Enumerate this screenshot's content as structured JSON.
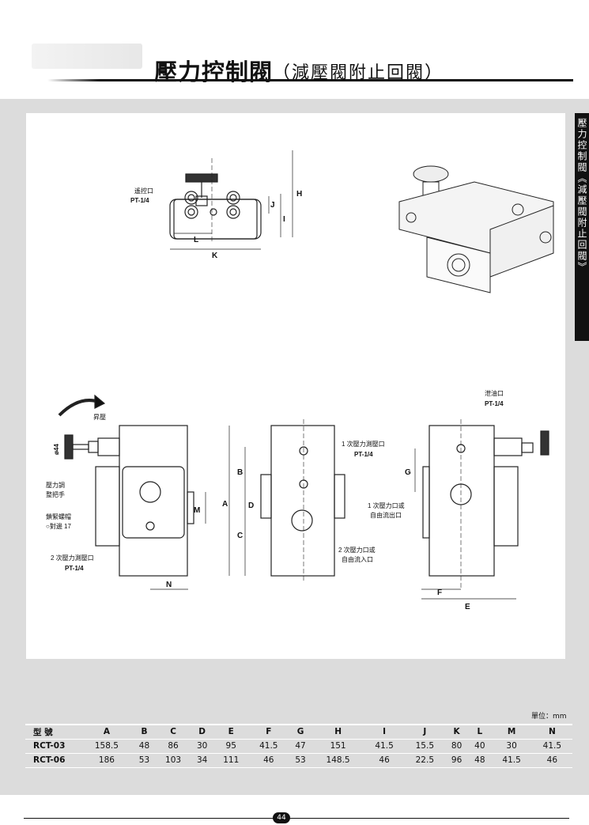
{
  "header": {
    "title": "壓力控制閥",
    "subtitle": "（減壓閥附止回閥）"
  },
  "side_tab": "壓力控制閥《減壓閥附止回閥》",
  "top_view": {
    "port_label": "遙控口",
    "port_size": "PT-1/4",
    "dims": [
      "H",
      "I",
      "J",
      "L",
      "K"
    ]
  },
  "left_view": {
    "rotate_label": "昇壓",
    "diameter": "ø44",
    "handle_label_1": "壓力調",
    "handle_label_2": "整把手",
    "nut_label_1": "鎖緊螺帽",
    "nut_label_2": "○對邊 17",
    "port_label": "2 次壓力測壓口",
    "port_size": "PT-1/4",
    "dims": [
      "M",
      "N"
    ]
  },
  "center_view": {
    "port1_label": "1 次壓力測壓口",
    "port1_size": "PT-1/4",
    "port2_label_1": "2 次壓力口或",
    "port2_label_2": "自由流入口",
    "dims": [
      "A",
      "B",
      "C",
      "D"
    ]
  },
  "right_view": {
    "drain_label": "泄油口",
    "drain_size": "PT-1/4",
    "port_label_1": "1 次壓力口或",
    "port_label_2": "自由流出口",
    "dims": [
      "G",
      "F",
      "E"
    ]
  },
  "table": {
    "unit": "單位：mm",
    "headers": [
      "型 號",
      "A",
      "B",
      "C",
      "D",
      "E",
      "F",
      "G",
      "H",
      "I",
      "J",
      "K",
      "L",
      "M",
      "N"
    ],
    "rows": [
      [
        "RCT-03",
        "158.5",
        "48",
        "86",
        "30",
        "95",
        "41.5",
        "47",
        "151",
        "41.5",
        "15.5",
        "80",
        "40",
        "30",
        "41.5"
      ],
      [
        "RCT-06",
        "186",
        "53",
        "103",
        "34",
        "111",
        "46",
        "53",
        "148.5",
        "46",
        "22.5",
        "96",
        "48",
        "41.5",
        "46"
      ]
    ]
  },
  "page_number": "44"
}
